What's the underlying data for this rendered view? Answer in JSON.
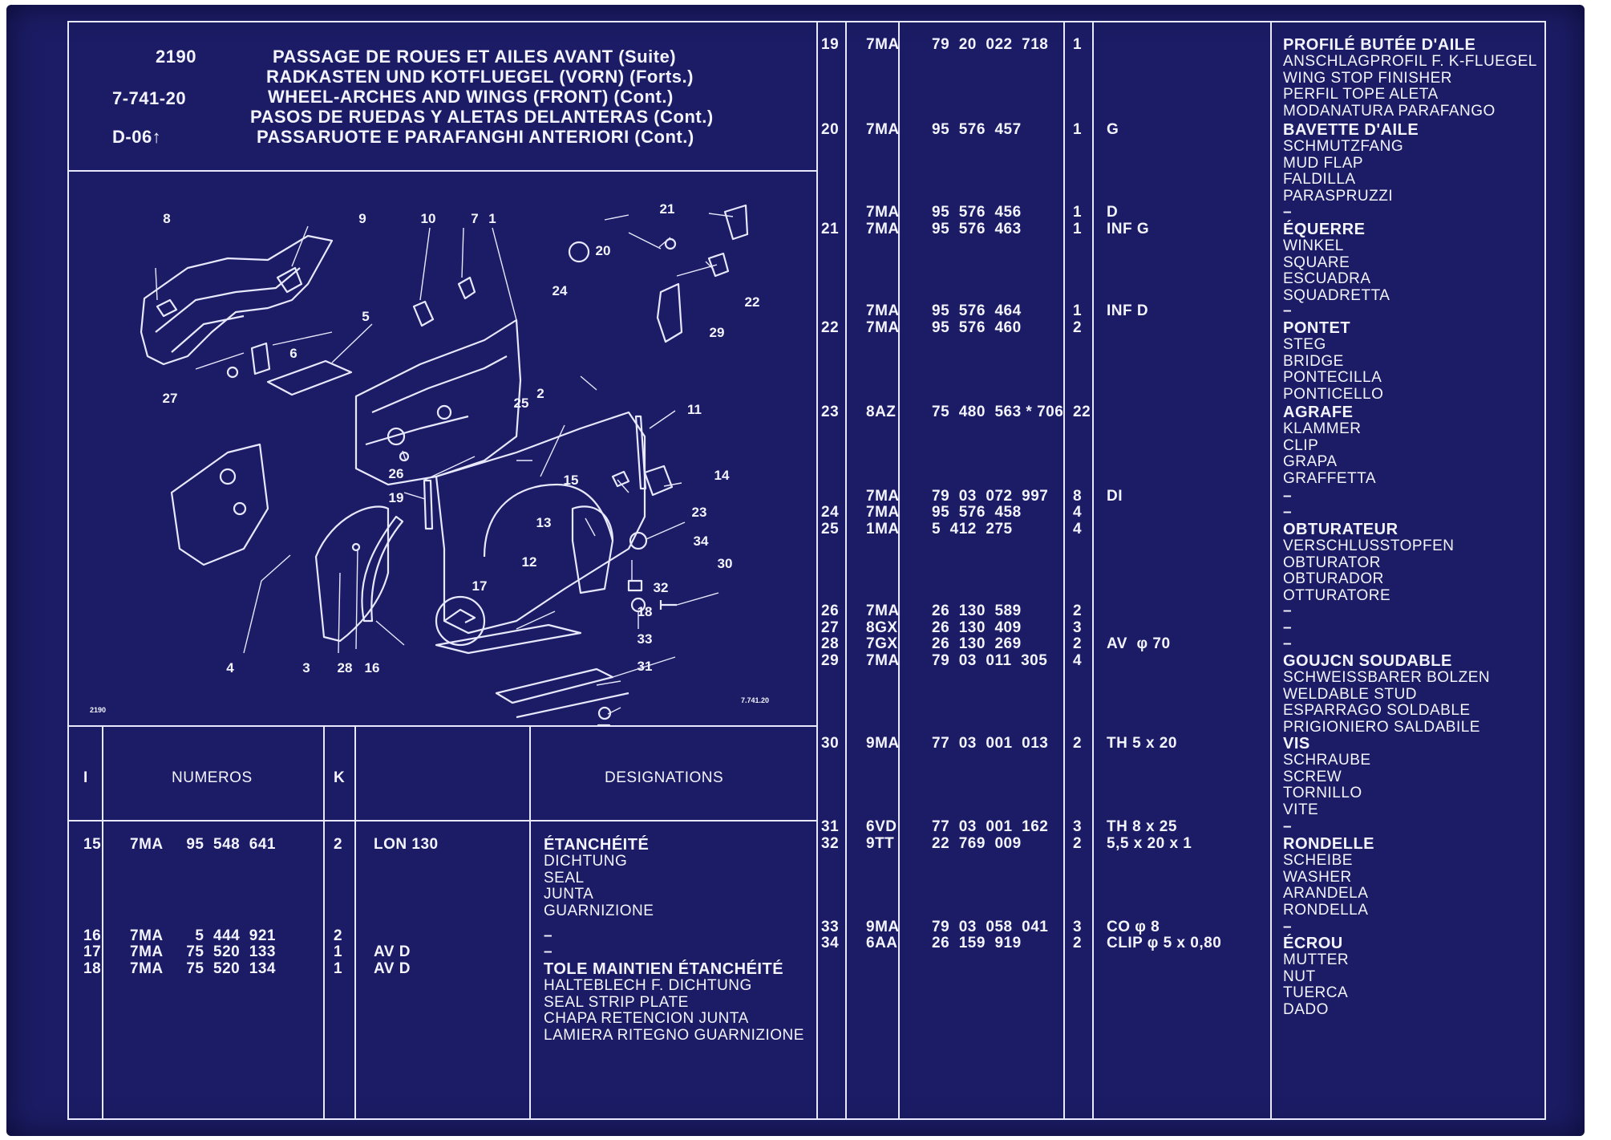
{
  "header": {
    "section_no": "2190",
    "ref": "7-741-20",
    "variant": "D-06↑",
    "titles": [
      "PASSAGE DE ROUES ET AILES AVANT (Suite)",
      "RADKASTEN UND KOTFLUEGEL (VORN) (Forts.)",
      "WHEEL-ARCHES AND WINGS (FRONT) (Cont.)",
      "PASOS DE RUEDAS Y ALETAS DELANTERAS (Cont.)",
      "PASSARUOTE E PARAFANGHI ANTERIORI (Cont.)"
    ]
  },
  "diagram": {
    "corner_left": "2190",
    "corner_right": "7.741.20",
    "callouts": [
      "1",
      "2",
      "3",
      "4",
      "5",
      "6",
      "7",
      "8",
      "9",
      "10",
      "11",
      "12",
      "13",
      "14",
      "15",
      "16",
      "17",
      "18",
      "19",
      "20",
      "21",
      "22",
      "23",
      "24",
      "25",
      "26",
      "27",
      "28",
      "29",
      "30",
      "31",
      "32",
      "33",
      "34"
    ]
  },
  "table_header": {
    "col_i": "I",
    "col_numeros": "NUMEROS",
    "col_k": "K",
    "col_designations": "DESIGNATIONS"
  },
  "left_rows": [
    {
      "i": "15",
      "code": "7MA",
      "num": "95  548  641",
      "k": "2",
      "note": "LON 130",
      "desc": [
        "ÉTANCHÉITÉ",
        "DICHTUNG",
        "SEAL",
        "JUNTA",
        "GUARNIZIONE"
      ]
    },
    {
      "i": "16",
      "code": "7MA",
      "num": "5  444  921",
      "k": "2",
      "note": "",
      "desc": [
        "–"
      ]
    },
    {
      "i": "17",
      "code": "7MA",
      "num": "75  520  133",
      "k": "1",
      "note": "AV D",
      "desc": [
        "–"
      ]
    },
    {
      "i": "18",
      "code": "7MA",
      "num": "75  520  134",
      "k": "1",
      "note": "AV D",
      "desc": [
        "TOLE MAINTIEN ÉTANCHÉITÉ",
        "HALTEBLECH F. DICHTUNG",
        "SEAL STRIP PLATE",
        "CHAPA RETENCION JUNTA",
        "LAMIERA RITEGNO GUARNIZIONE"
      ]
    }
  ],
  "right_rows": [
    {
      "i": "19",
      "code": "7MA",
      "num": "79  20  022  718",
      "k": "1",
      "note": "",
      "desc": [
        "PROFILÉ BUTÉE D'AILE",
        "ANSCHLAGPROFIL F. K-FLUEGEL",
        "WING STOP FINISHER",
        "PERFIL TOPE ALETA",
        "MODANATURA PARAFANGO"
      ]
    },
    {
      "i": "20",
      "code": "7MA",
      "num": "95  576  457",
      "k": "1",
      "note": "G",
      "desc": [
        "BAVETTE D'AILE",
        "SCHMUTZFANG",
        "MUD FLAP",
        "FALDILLA",
        "PARASPRUZZI"
      ]
    },
    {
      "i": "",
      "code": "7MA",
      "num": "95  576  456",
      "k": "1",
      "note": "D",
      "desc": [
        "–"
      ]
    },
    {
      "i": "21",
      "code": "7MA",
      "num": "95  576  463",
      "k": "1",
      "note": "INF G",
      "desc": [
        "ÉQUERRE",
        "WINKEL",
        "SQUARE",
        "ESCUADRA",
        "SQUADRETTA"
      ]
    },
    {
      "i": "",
      "code": "7MA",
      "num": "95  576  464",
      "k": "1",
      "note": "INF D",
      "desc": [
        "–"
      ]
    },
    {
      "i": "22",
      "code": "7MA",
      "num": "95  576  460",
      "k": "2",
      "note": "",
      "desc": [
        "PONTET",
        "STEG",
        "BRIDGE",
        "PONTECILLA",
        "PONTICELLO"
      ]
    },
    {
      "i": "23",
      "code": "8AZ",
      "num": "75  480  563 * 706",
      "k": "22",
      "note": "",
      "desc": [
        "AGRAFE",
        "KLAMMER",
        "CLIP",
        "GRAPA",
        "GRAFFETTA"
      ]
    },
    {
      "i": "",
      "code": "7MA",
      "num": "79  03  072  997",
      "k": "8",
      "note": "DI",
      "desc": [
        "–"
      ]
    },
    {
      "i": "24",
      "code": "7MA",
      "num": "95  576  458",
      "k": "4",
      "note": "",
      "desc": [
        "–"
      ]
    },
    {
      "i": "25",
      "code": "1MA",
      "num": "5  412  275",
      "k": "4",
      "note": "",
      "desc": [
        "OBTURATEUR",
        "VERSCHLUSSTOPFEN",
        "OBTURATOR",
        "OBTURADOR",
        "OTTURATORE"
      ]
    },
    {
      "i": "26",
      "code": "7MA",
      "num": "26  130  589",
      "k": "2",
      "note": "",
      "desc": [
        "–"
      ]
    },
    {
      "i": "27",
      "code": "8GX",
      "num": "26  130  409",
      "k": "3",
      "note": "",
      "desc": [
        "–"
      ]
    },
    {
      "i": "28",
      "code": "7GX",
      "num": "26  130  269",
      "k": "2",
      "note": "AV  φ 70",
      "desc": [
        "–"
      ]
    },
    {
      "i": "29",
      "code": "7MA",
      "num": "79  03  011  305",
      "k": "4",
      "note": "",
      "desc": [
        "GOUJCN SOUDABLE",
        "SCHWEISSBARER BOLZEN",
        "WELDABLE STUD",
        "ESPARRAGO SOLDABLE",
        "PRIGIONIERO SALDABILE"
      ]
    },
    {
      "i": "30",
      "code": "9MA",
      "num": "77  03  001  013",
      "k": "2",
      "note": "TH 5 x 20",
      "desc": [
        "VIS",
        "SCHRAUBE",
        "SCREW",
        "TORNILLO",
        "VITE"
      ]
    },
    {
      "i": "31",
      "code": "6VD",
      "num": "77  03  001  162",
      "k": "3",
      "note": "TH 8 x 25",
      "desc": [
        "–"
      ]
    },
    {
      "i": "32",
      "code": "9TT",
      "num": "22  769  009",
      "k": "2",
      "note": "5,5 x 20 x 1",
      "desc": [
        "RONDELLE",
        "SCHEIBE",
        "WASHER",
        "ARANDELA",
        "RONDELLA"
      ]
    },
    {
      "i": "33",
      "code": "9MA",
      "num": "79  03  058  041",
      "k": "3",
      "note": "CO φ 8",
      "desc": [
        "–"
      ]
    },
    {
      "i": "34",
      "code": "6AA",
      "num": "26  159  919",
      "k": "2",
      "note": "CLIP φ 5 x 0,80",
      "desc": [
        "ÉCROU",
        "MUTTER",
        "NUT",
        "TUERCA",
        "DADO"
      ]
    }
  ]
}
